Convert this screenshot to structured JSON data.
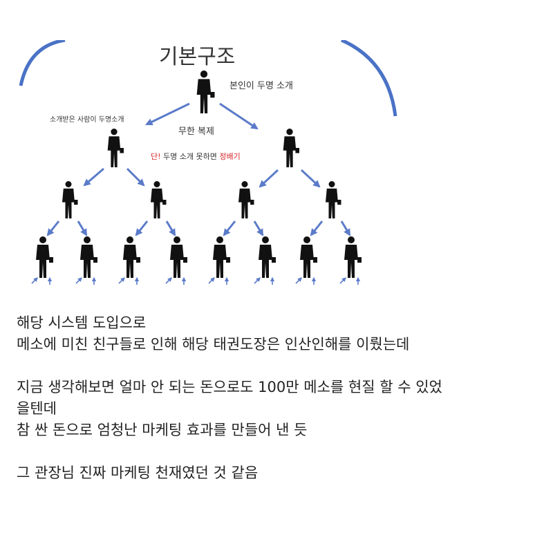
{
  "diagram": {
    "title": "기본구조",
    "top_note": "본인이 두명 소개",
    "left_note": "소개받은 사람이 두명소개",
    "center_note": "무한 복제",
    "warning": {
      "prefix": "단!",
      "middle": " 두명 소개 못하면 ",
      "suffix": "정배기"
    },
    "colors": {
      "arc": "#4a72c6",
      "arrow": "#5b7bc9",
      "figure": "#111111",
      "text": "#333333",
      "warning_red": "#d9252a"
    }
  },
  "post": {
    "line1": "해당 시스템 도입으로",
    "line2": "메소에 미친 친구들로 인해 해당 태권도장은 인산인해를 이뤘는데",
    "line3": "지금 생각해보면 얼마 안 되는 돈으로도 100만 메소를 현질 할 수 있었",
    "line4": "을텐데",
    "line5": "참 싼 돈으로 엄청난 마케팅 효과를 만들어 낸 듯",
    "line6": "그 관장님 진짜 마케팅 천재였던 것 같음"
  }
}
